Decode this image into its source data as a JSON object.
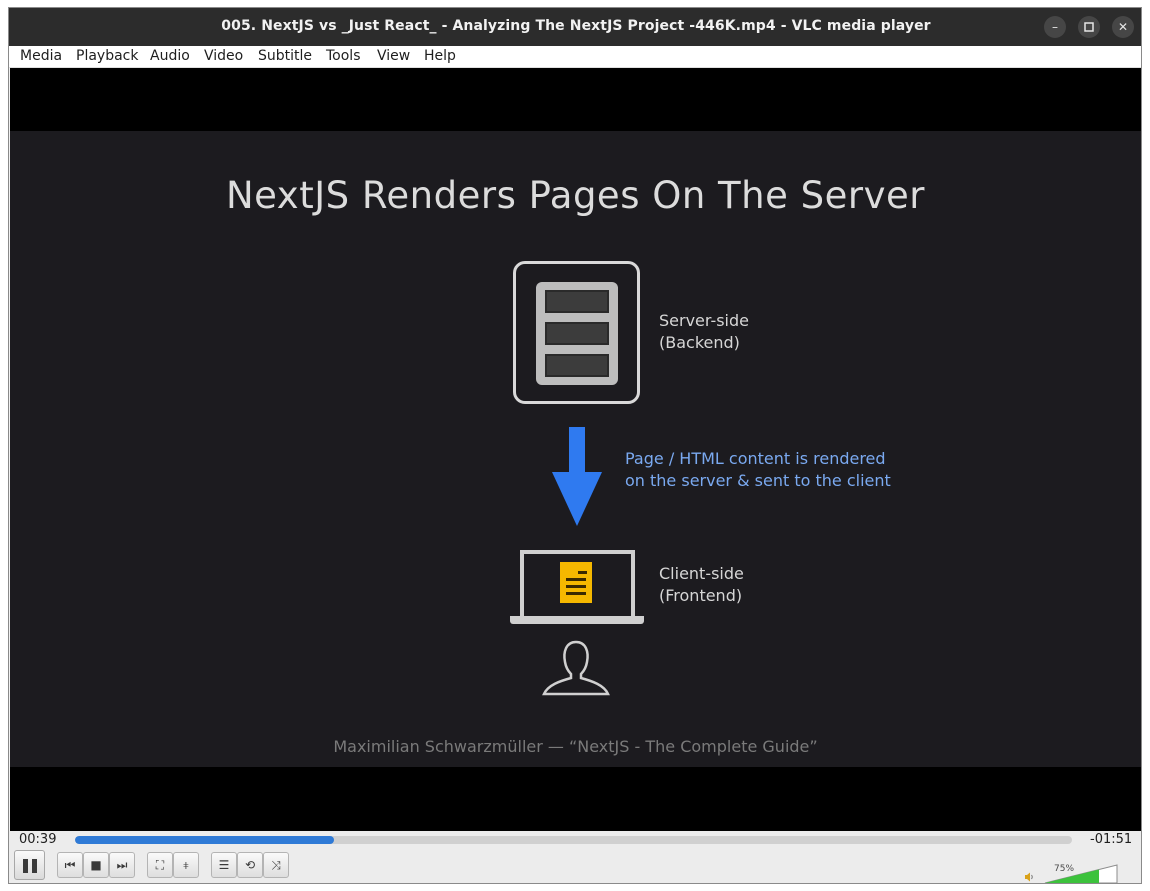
{
  "window": {
    "title": "005. NextJS vs _Just React_ - Analyzing The NextJS Project -446K.mp4 - VLC media player",
    "min_glyph": "–",
    "max_glyph": "□",
    "close_glyph": "✕"
  },
  "menu": [
    {
      "label": "Media"
    },
    {
      "label": "Playback"
    },
    {
      "label": "Audio"
    },
    {
      "label": "Video"
    },
    {
      "label": "Subtitle"
    },
    {
      "label": "Tools"
    },
    {
      "label": "View"
    },
    {
      "label": "Help"
    }
  ],
  "slide": {
    "title": "NextJS Renders Pages On The Server",
    "server_label_1": "Server-side",
    "server_label_2": "(Backend)",
    "arrow_label_1": "Page / HTML content is rendered",
    "arrow_label_2": "on the server & sent to the client",
    "client_label_1": "Client-side",
    "client_label_2": "(Frontend)",
    "credit": "Maximilian Schwarzmüller — “NextJS - The Complete Guide”",
    "arrow_color": "#2f7af0",
    "doc_color": "#f5b800"
  },
  "player": {
    "elapsed": "00:39",
    "remaining": "-01:51",
    "progress": 0.26,
    "volume_label": "75%",
    "volume": 0.75,
    "accent_color": "#2f7ad6",
    "volume_color": "#3cc23c",
    "buttons": {
      "prev": "⏮",
      "stop": "■",
      "next": "⏭",
      "fullscreen": "⛶",
      "extended": "⧧",
      "playlist": "☰",
      "loop": "⟲",
      "shuffle": "⤨"
    }
  }
}
